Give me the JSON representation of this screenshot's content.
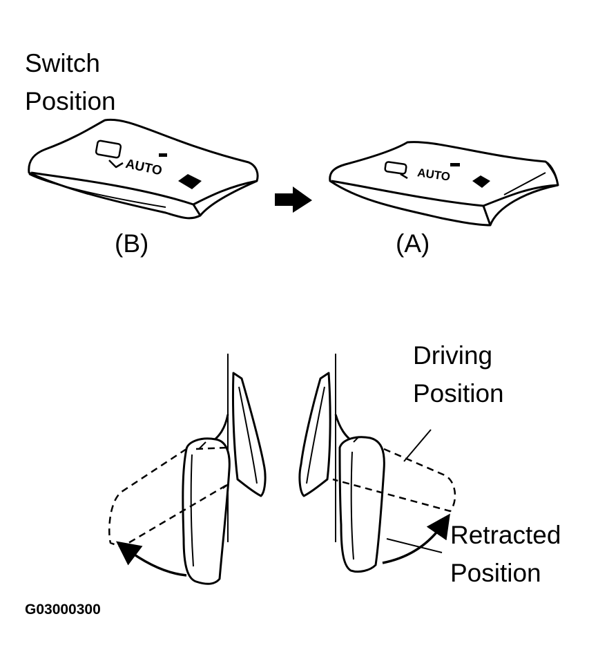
{
  "labels": {
    "switch_line1": "Switch",
    "switch_line2": "Position",
    "state_b": "(B)",
    "state_a": "(A)",
    "driving_line1": "Driving",
    "driving_line2": "Position",
    "retracted_line1": "Retracted",
    "retracted_line2": "Position",
    "figure_code": "G03000300"
  },
  "switch_face_text": "AUTO",
  "icons": {
    "transition_arrow": "right-arrow-icon",
    "rotate_left": "curved-arrow-left-icon",
    "rotate_right": "curved-arrow-right-icon"
  },
  "colors": {
    "ink": "#000000",
    "background": "#ffffff"
  }
}
